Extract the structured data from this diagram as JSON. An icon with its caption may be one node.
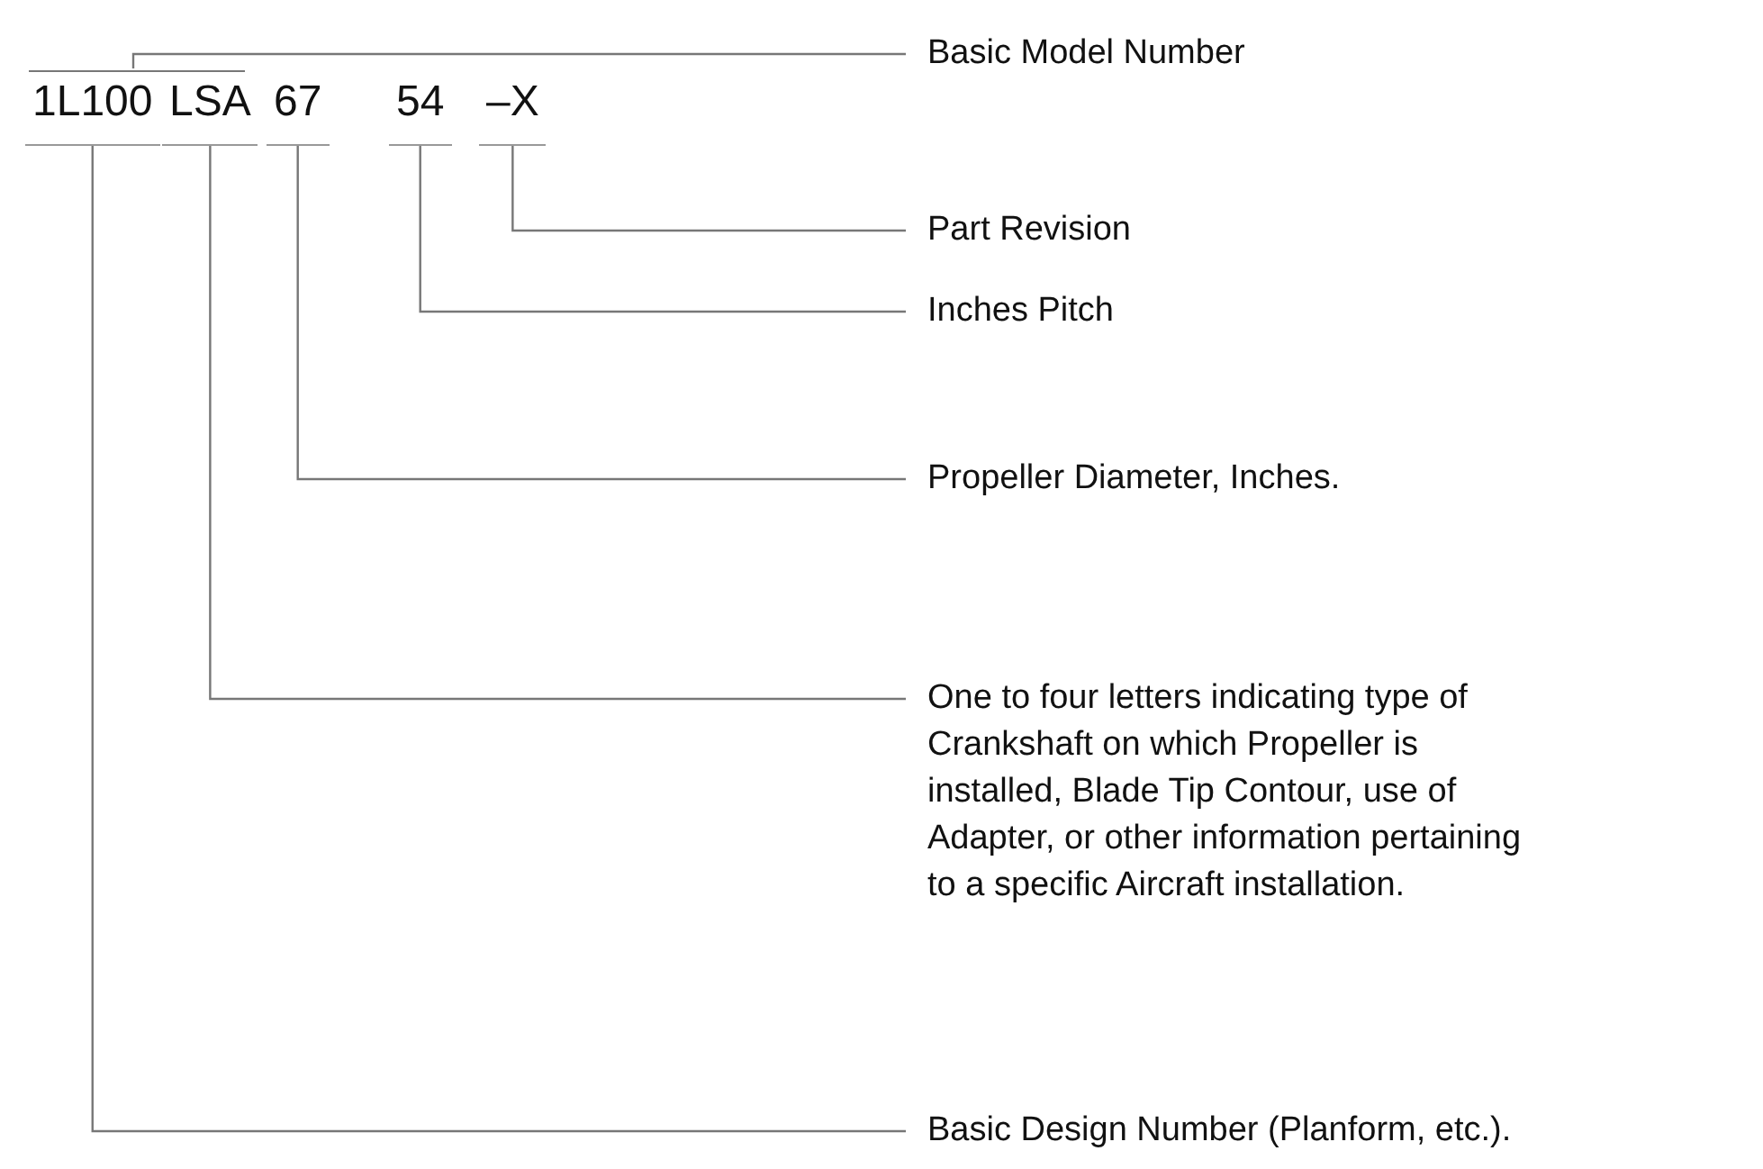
{
  "diagram": {
    "nodes": [
      {
        "text": [
          "1L100"
        ]
      },
      {
        "text": [
          "LSA"
        ]
      },
      {
        "text": [
          "67"
        ]
      },
      {
        "text": [
          "54"
        ]
      },
      {
        "text": [
          "–X"
        ]
      },
      {
        "text": [
          "Basic Model Number"
        ]
      },
      {
        "text": [
          "Part Revision"
        ]
      },
      {
        "text": [
          "Inches Pitch"
        ]
      },
      {
        "text": [
          "Propeller Diameter, Inches."
        ]
      },
      {
        "text": [
          "One to four letters indicating type of Crankshaft on which Propeller is installed, Blade Tip Contour, use of Adapter, or other information pertaining to a specific Aircraft installation."
        ]
      },
      {
        "text": [
          "Basic Design Number (Planform, etc.)."
        ]
      },
      {
        "text": [],
        "shape": "bar"
      }
    ],
    "edges": [
      {
        "from": 5,
        "to": 11,
        "arrow": "none"
      },
      {
        "from": 6,
        "to": 4,
        "arrow": "none"
      },
      {
        "from": 7,
        "to": 3,
        "arrow": "none"
      },
      {
        "from": 8,
        "to": 2,
        "arrow": "none"
      },
      {
        "from": 9,
        "to": 1,
        "arrow": "none"
      },
      {
        "from": 10,
        "to": 0,
        "arrow": "none"
      }
    ]
  }
}
